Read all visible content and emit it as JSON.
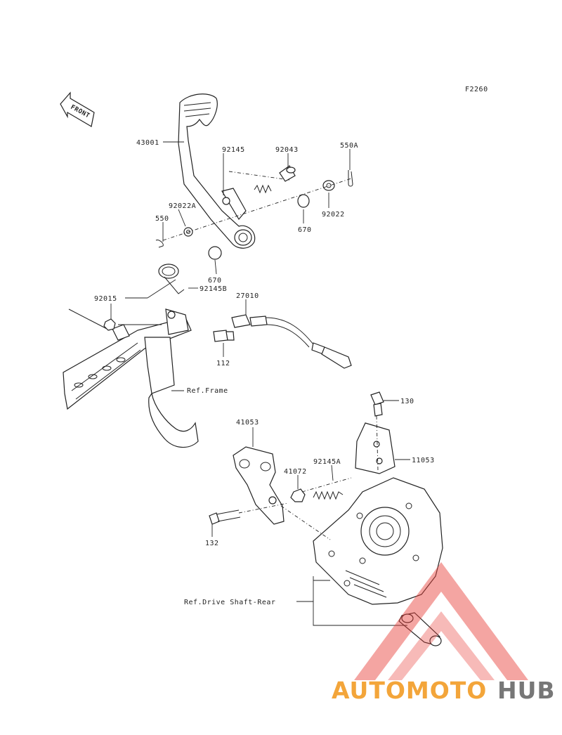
{
  "figure_code": "F2260",
  "front_arrow_label": "FRONT",
  "callouts": {
    "c43001": "43001",
    "c92145": "92145",
    "c92043": "92043",
    "c550A": "550A",
    "c92022A": "92022A",
    "c550": "550",
    "c670_upper": "670",
    "c92022": "92022",
    "c670_lower": "670",
    "c92145B": "92145B",
    "c92015": "92015",
    "c27010": "27010",
    "c112": "112",
    "c_ref_frame": "Ref.Frame",
    "c130": "130",
    "c41053": "41053",
    "c11053": "11053",
    "c41072": "41072",
    "c92145A": "92145A",
    "c132": "132",
    "c_ref_drive": "Ref.Drive Shaft-Rear"
  },
  "watermark": {
    "part1": "AUTOMOTO",
    "part2": "HUB",
    "color_orange": "#f3a53a",
    "color_gray": "#777777",
    "color_triangle": "#e8403a"
  }
}
